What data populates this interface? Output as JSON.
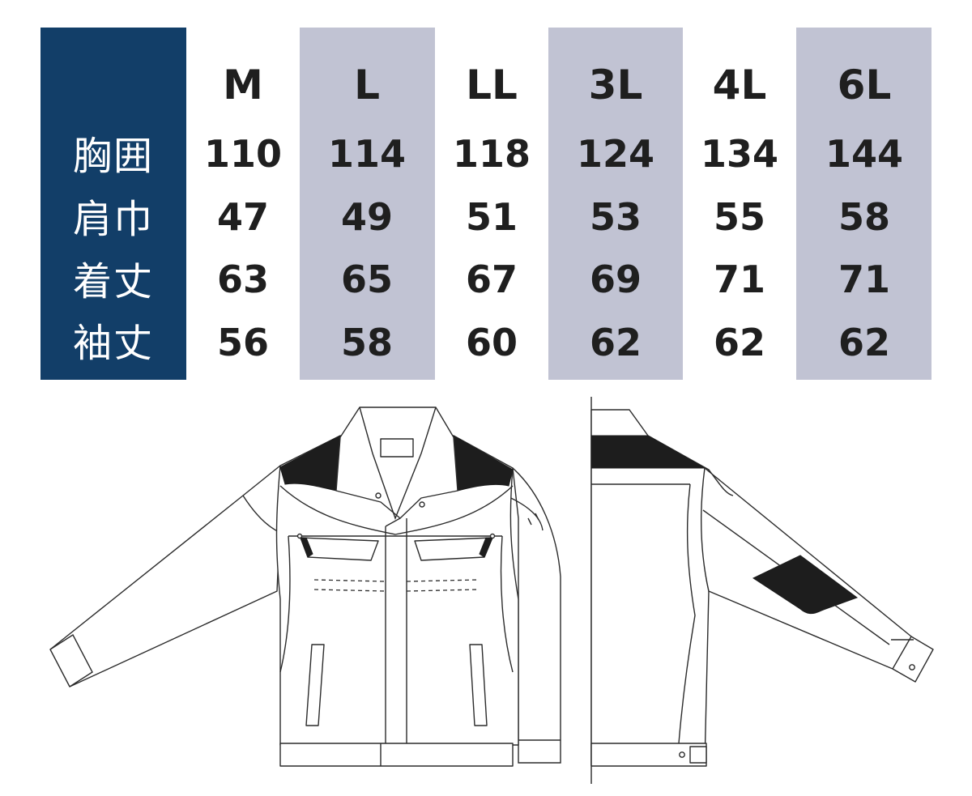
{
  "size_table": {
    "sizes": [
      "M",
      "L",
      "LL",
      "3L",
      "4L",
      "6L"
    ],
    "shaded_columns": [
      1,
      3,
      5
    ],
    "colors": {
      "label_column": "#123e68",
      "shaded_column": "#c1c3d3",
      "text": "#1f1f1f"
    },
    "rows": [
      {
        "label": "胸囲",
        "values": [
          "110",
          "114",
          "118",
          "124",
          "134",
          "144"
        ]
      },
      {
        "label": "肩巾",
        "values": [
          "47",
          "49",
          "51",
          "53",
          "55",
          "58"
        ]
      },
      {
        "label": "着丈",
        "values": [
          "63",
          "65",
          "67",
          "69",
          "71",
          "71"
        ]
      },
      {
        "label": "袖丈",
        "values": [
          "56",
          "58",
          "60",
          "62",
          "62",
          "62"
        ]
      }
    ]
  },
  "illustrations": {
    "front": {
      "icon": "jacket-front-icon"
    },
    "back": {
      "icon": "jacket-back-half-icon"
    },
    "accent_color": "#1d1d1d"
  }
}
